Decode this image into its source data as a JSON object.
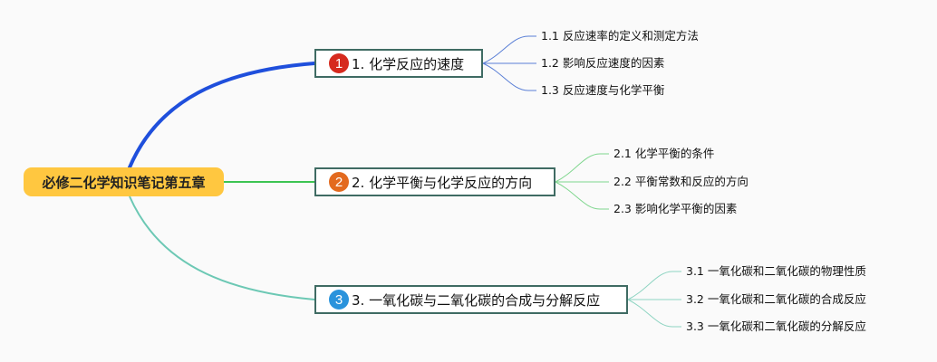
{
  "root": {
    "label": "必修二化学知识笔记第五章"
  },
  "colors": {
    "root_bg": "#ffc740",
    "branch1": "#1f4fdc",
    "branch2": "#3dc452",
    "branch3": "#6cc8b4",
    "badge1": "#d62a1e",
    "badge2": "#e36a1f",
    "badge3": "#2a93dc",
    "leaf1": "#5a7fd6",
    "leaf2": "#7fd68e",
    "leaf3": "#8ed4c2"
  },
  "branches": [
    {
      "badge": "1",
      "label": "1. 化学反应的速度",
      "children": [
        "1.1 反应速率的定义和测定方法",
        "1.2 影响反应速度的因素",
        "1.3 反应速度与化学平衡"
      ]
    },
    {
      "badge": "2",
      "label": "2. 化学平衡与化学反应的方向",
      "children": [
        "2.1 化学平衡的条件",
        "2.2 平衡常数和反应的方向",
        "2.3 影响化学平衡的因素"
      ]
    },
    {
      "badge": "3",
      "label": "3. 一氧化碳与二氧化碳的合成与分解反应",
      "children": [
        "3.1 一氧化碳和二氧化碳的物理性质",
        "3.2 一氧化碳和二氧化碳的合成反应",
        "3.3 一氧化碳和二氧化碳的分解反应"
      ]
    }
  ]
}
